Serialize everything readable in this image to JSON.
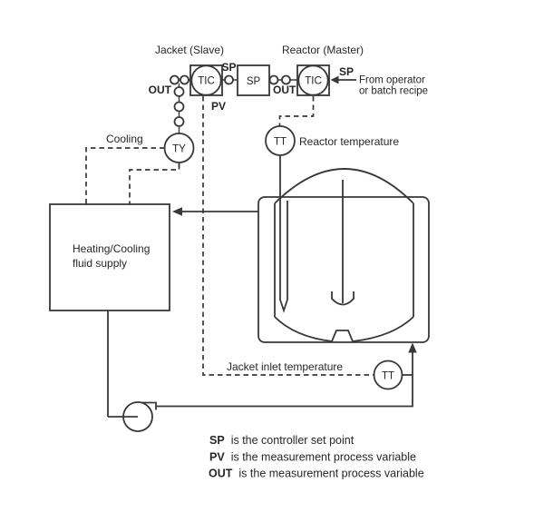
{
  "colors": {
    "line": "#383838",
    "text": "#262626",
    "background": "#ffffff"
  },
  "controllers": {
    "jacket": {
      "title": "Jacket (Slave)",
      "tag": "TIC"
    },
    "reactor": {
      "title": "Reactor (Master)",
      "tag": "TIC"
    },
    "sp_box_label": "SP"
  },
  "signals": {
    "out_jacket": "OUT",
    "out_reactor": "OUT",
    "sp_jacket": "SP",
    "sp_reactor": "SP",
    "pv": "PV"
  },
  "instruments": {
    "ty_tag": "TY",
    "reactor_tt_tag": "TT",
    "reactor_tt_label": "Reactor temperature",
    "jacket_tt_tag": "TT",
    "jacket_tt_label": "Jacket inlet temperature"
  },
  "annotations": {
    "from_operator_line1": "From operator",
    "from_operator_line2": "or batch recipe",
    "cooling": "Cooling"
  },
  "equipment": {
    "supply_line1": "Heating/Cooling",
    "supply_line2": "fluid supply"
  },
  "legend": [
    {
      "term": "SP",
      "definition": "is the controller set point"
    },
    {
      "term": "PV",
      "definition": "is the measurement process variable"
    },
    {
      "term": "OUT",
      "definition": "is the measurement process variable"
    }
  ]
}
